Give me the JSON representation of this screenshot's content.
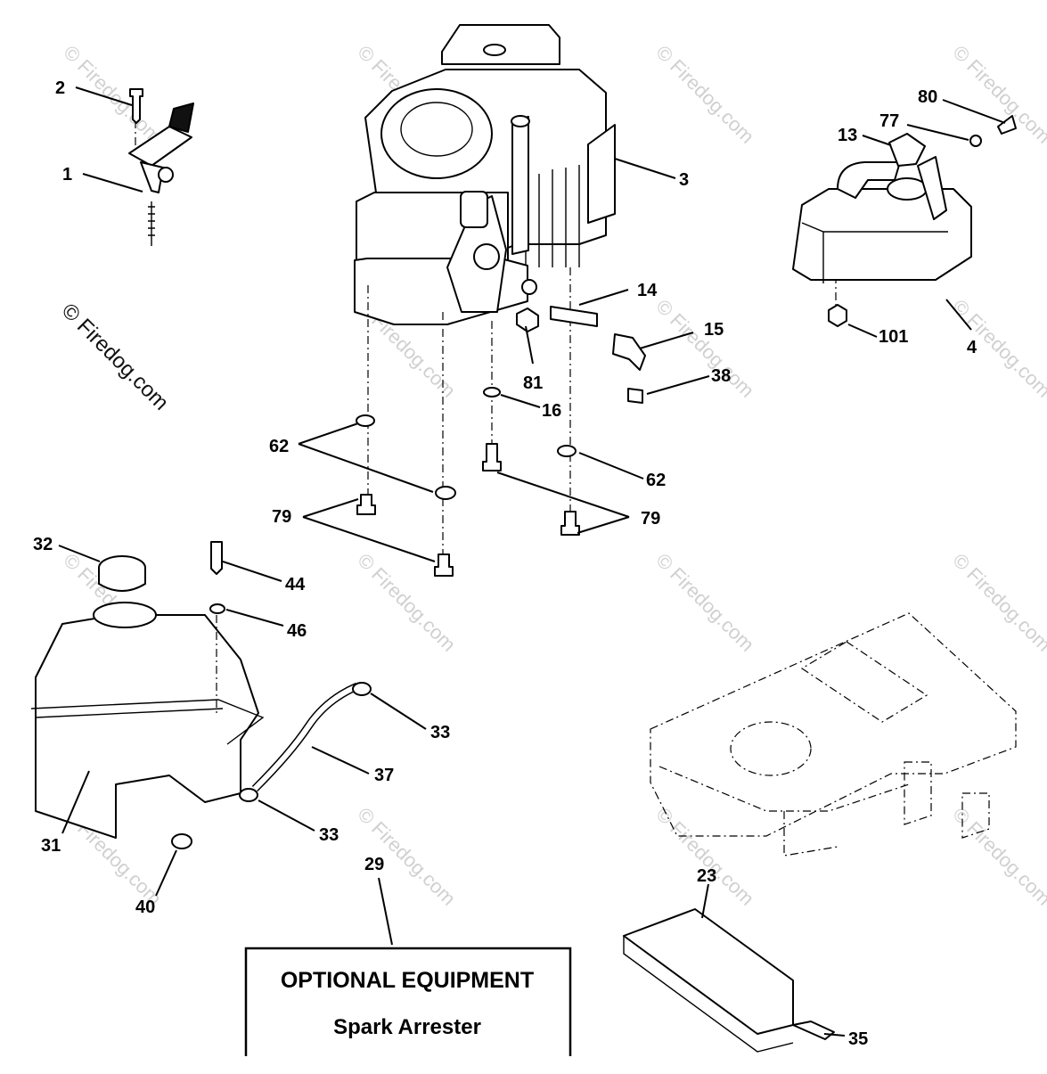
{
  "watermarks": {
    "main": "© Firedog.com",
    "tile": "© Firedog.com"
  },
  "callouts": [
    {
      "id": "c2",
      "label": "2"
    },
    {
      "id": "c1",
      "label": "1"
    },
    {
      "id": "c3",
      "label": "3"
    },
    {
      "id": "c80",
      "label": "80"
    },
    {
      "id": "c77",
      "label": "77"
    },
    {
      "id": "c13",
      "label": "13"
    },
    {
      "id": "c14",
      "label": "14"
    },
    {
      "id": "c15",
      "label": "15"
    },
    {
      "id": "c38",
      "label": "38"
    },
    {
      "id": "c81",
      "label": "81"
    },
    {
      "id": "c16",
      "label": "16"
    },
    {
      "id": "c101",
      "label": "101"
    },
    {
      "id": "c4",
      "label": "4"
    },
    {
      "id": "c62a",
      "label": "62"
    },
    {
      "id": "c62b",
      "label": "62"
    },
    {
      "id": "c79a",
      "label": "79"
    },
    {
      "id": "c79b",
      "label": "79"
    },
    {
      "id": "c32",
      "label": "32"
    },
    {
      "id": "c44",
      "label": "44"
    },
    {
      "id": "c46",
      "label": "46"
    },
    {
      "id": "c33a",
      "label": "33"
    },
    {
      "id": "c37",
      "label": "37"
    },
    {
      "id": "c33b",
      "label": "33"
    },
    {
      "id": "c31",
      "label": "31"
    },
    {
      "id": "c40",
      "label": "40"
    },
    {
      "id": "c29",
      "label": "29"
    },
    {
      "id": "c23",
      "label": "23"
    },
    {
      "id": "c35",
      "label": "35"
    }
  ],
  "optional_box": {
    "title": "OPTIONAL EQUIPMENT",
    "subtitle": "Spark Arrester"
  }
}
